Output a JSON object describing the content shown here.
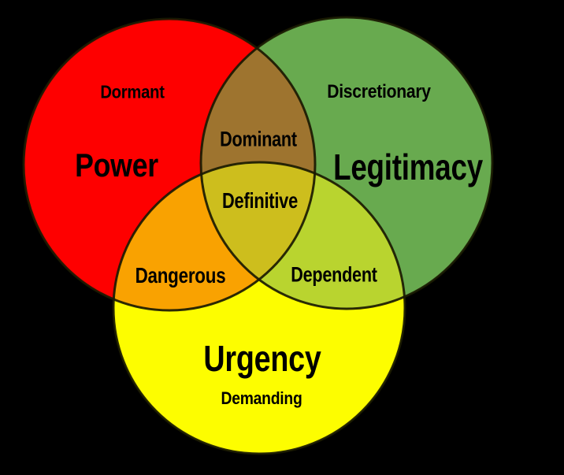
{
  "diagram": {
    "type": "venn-3-circle",
    "labels": {
      "power": "Power",
      "legitimacy": "Legitimacy",
      "urgency": "Urgency",
      "dormant": "Dormant",
      "discretionary": "Discretionary",
      "demanding": "Demanding",
      "dominant": "Dominant",
      "definitive": "Definitive",
      "dangerous": "Dangerous",
      "dependent": "Dependent"
    },
    "colors": {
      "background": "#000000",
      "power_fill": "#FE0000",
      "legitimacy_fill": "#68AA4F",
      "urgency_fill": "#FDFD00",
      "dominant_fill": "#9E742F",
      "dangerous_fill": "#F9A201",
      "dependent_fill": "#B9D42F",
      "definitive_fill": "#CDBE1D",
      "outline": "#1A1A02",
      "text": "#000000"
    }
  }
}
